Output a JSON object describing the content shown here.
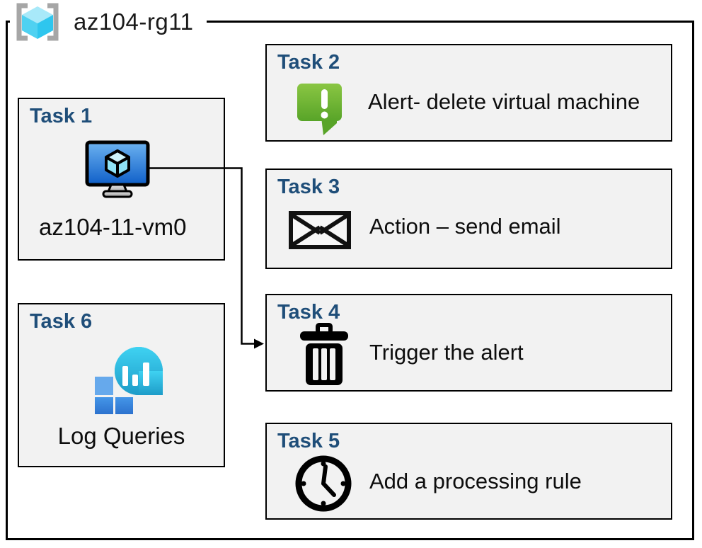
{
  "resource_group": {
    "name": "az104-rg11",
    "icon": "resource-group-icon"
  },
  "tasks": [
    {
      "id": "task1",
      "header": "Task 1",
      "label": "az104-11-vm0",
      "icon": "virtual-machine-icon"
    },
    {
      "id": "task2",
      "header": "Task 2",
      "label": "Alert- delete virtual machine",
      "icon": "alert-icon"
    },
    {
      "id": "task3",
      "header": "Task 3",
      "label": "Action – send email",
      "icon": "email-icon"
    },
    {
      "id": "task4",
      "header": "Task 4",
      "label": "Trigger the alert",
      "icon": "trash-icon"
    },
    {
      "id": "task5",
      "header": "Task 5",
      "label": "Add a processing rule",
      "icon": "clock-icon"
    },
    {
      "id": "task6",
      "header": "Task 6",
      "label": "Log Queries",
      "icon": "log-queries-icon"
    }
  ],
  "connector": {
    "from": "task1-virtual-machine",
    "to": "task4"
  },
  "colors": {
    "task_header_text": "#1F4E79",
    "box_fill": "#F2F2F2",
    "border": "#000000",
    "alert_green_top": "#86C440",
    "alert_green_bottom": "#58A428",
    "vm_screen_blue_top": "#6CB2F0",
    "vm_screen_blue_bottom": "#0F5FC8",
    "rg_bracket_gray": "#A6A6A6",
    "rg_cube_cyan": "#4FD1F1",
    "log_balloon_teal_top": "#3FD2F2",
    "log_balloon_teal_bottom": "#1E9CC8",
    "log_square_blue": "#3D8FE4"
  }
}
